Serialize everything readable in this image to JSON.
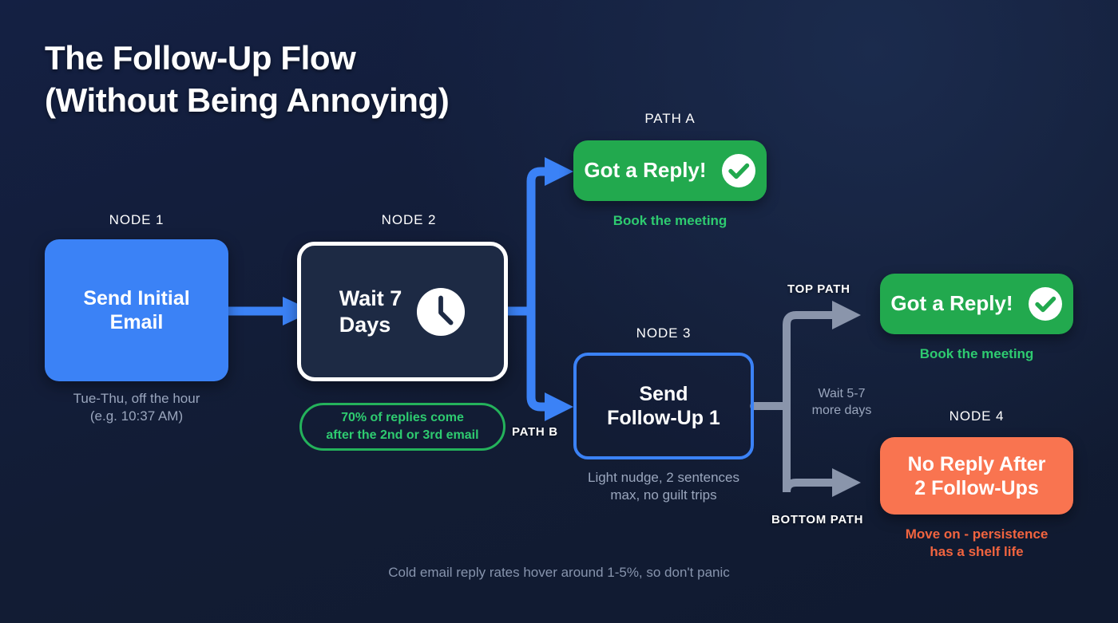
{
  "title": {
    "line1": "The Follow-Up Flow",
    "line2": "(Without Being Annoying)"
  },
  "colors": {
    "background": "#121d38",
    "node_blue": "#3b82f6",
    "node_wait_fill": "#1d2a44",
    "node_wait_border": "#ffffff",
    "node_outline_border": "#3b82f6",
    "success_green": "#22a94e",
    "text_green": "#2ecb70",
    "warn_orange": "#f97450",
    "text_orange": "#f1643f",
    "connector_blue": "#3b82f6",
    "connector_grey": "#8a95ab",
    "muted_text": "#9aa6bd"
  },
  "nodes": [
    {
      "tag": "NODE 1",
      "label_line1": "Send Initial",
      "label_line2": "Email",
      "caption_line1": "Tue-Thu, off the hour",
      "caption_line2": "(e.g. 10:37 AM)",
      "style": "blue"
    },
    {
      "tag": "NODE 2",
      "label_line1": "Wait 7",
      "label_line2": "Days",
      "icon": "clock-icon",
      "style": "wait",
      "badge": {
        "line1": "70% of replies come",
        "line2": "after the 2nd or 3rd email"
      }
    },
    {
      "tag": "NODE 3",
      "label_line1": "Send",
      "label_line2": "Follow-Up 1",
      "caption_line1": "Light nudge, 2 sentences",
      "caption_line2": "max, no guilt trips",
      "style": "outline"
    },
    {
      "tag": "NODE 4",
      "label_line1": "No Reply After",
      "label_line2": "2 Follow-Ups",
      "caption_line1": "Move on - persistence",
      "caption_line2": "has a shelf life",
      "style": "orange"
    }
  ],
  "outcomes": [
    {
      "tag": "PATH A",
      "label": "Got a Reply!",
      "icon": "check-circle-icon",
      "caption": "Book the meeting"
    },
    {
      "label": "Got a Reply!",
      "icon": "check-circle-icon",
      "caption": "Book the meeting"
    }
  ],
  "path_labels": {
    "path_a": "PATH A",
    "path_b": "PATH B",
    "top_path": "TOP PATH",
    "bottom_path": "BOTTOM PATH"
  },
  "edge_notes": {
    "wait_more": {
      "line1": "Wait 5-7",
      "line2": "more days"
    }
  },
  "footer": "Cold email reply rates hover around 1-5%, so don't panic"
}
